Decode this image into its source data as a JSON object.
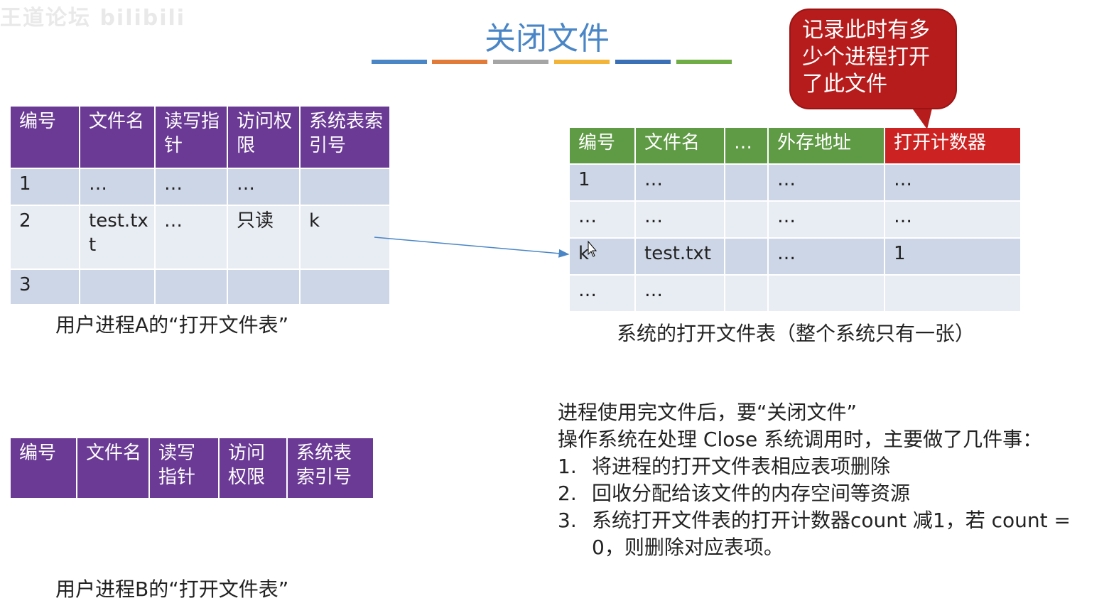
{
  "slide": {
    "watermark": "王道论坛 bilibili",
    "title": "关闭文件",
    "title_bar_colors": [
      "#4a86c6",
      "#e07b39",
      "#a5a5a5",
      "#f2b53a",
      "#3b6fb6",
      "#70ad47"
    ]
  },
  "table_a": {
    "headers": [
      "编号",
      "文件名",
      "读写指针",
      "访问权限",
      "系统表索引号"
    ],
    "rows": [
      [
        "1",
        "…",
        "…",
        "…",
        ""
      ],
      [
        "2",
        "test.txt",
        "…",
        "只读",
        "k"
      ],
      [
        "3",
        "",
        "",
        "",
        ""
      ]
    ],
    "caption": "用户进程A的“打开文件表”"
  },
  "table_b": {
    "headers": [
      "编号",
      "文件名",
      "读写指针",
      "访问权限",
      "系统表索引号"
    ],
    "caption": "用户进程B的“打开文件表”"
  },
  "system_table": {
    "headers": [
      "编号",
      "文件名",
      "…",
      "外存地址",
      "打开计数器"
    ],
    "rows": [
      [
        "1",
        "…",
        "",
        "…",
        "…"
      ],
      [
        "…",
        "…",
        "",
        "…",
        "…"
      ],
      [
        "k",
        "test.txt",
        "",
        "…",
        "1"
      ],
      [
        "…",
        "…",
        "",
        "",
        ""
      ]
    ],
    "caption": "系统的打开文件表（整个系统只有一张）"
  },
  "callout": {
    "text": "记录此时有多少个进程打开了此文件"
  },
  "notes": {
    "line1": "进程使用完文件后，要“关闭文件”",
    "line2": "操作系统在处理 Close 系统调用时，主要做了几件事：",
    "items": [
      {
        "num": "1.",
        "text": "将进程的打开文件表相应表项删除"
      },
      {
        "num": "2.",
        "text": "回收分配给该文件的内存空间等资源"
      },
      {
        "num": "3.",
        "text": "系统打开文件表的打开计数器count 减1，若 count = 0，则删除对应表项。"
      }
    ]
  },
  "colors": {
    "purple_header": "#6a3a95",
    "green_header": "#5f9a45",
    "counter_header": "#cc2222",
    "callout": "#b71c1c",
    "arrow": "#4a86c6",
    "row_dark": "#cdd6e6",
    "row_light": "#e8ecf3"
  }
}
